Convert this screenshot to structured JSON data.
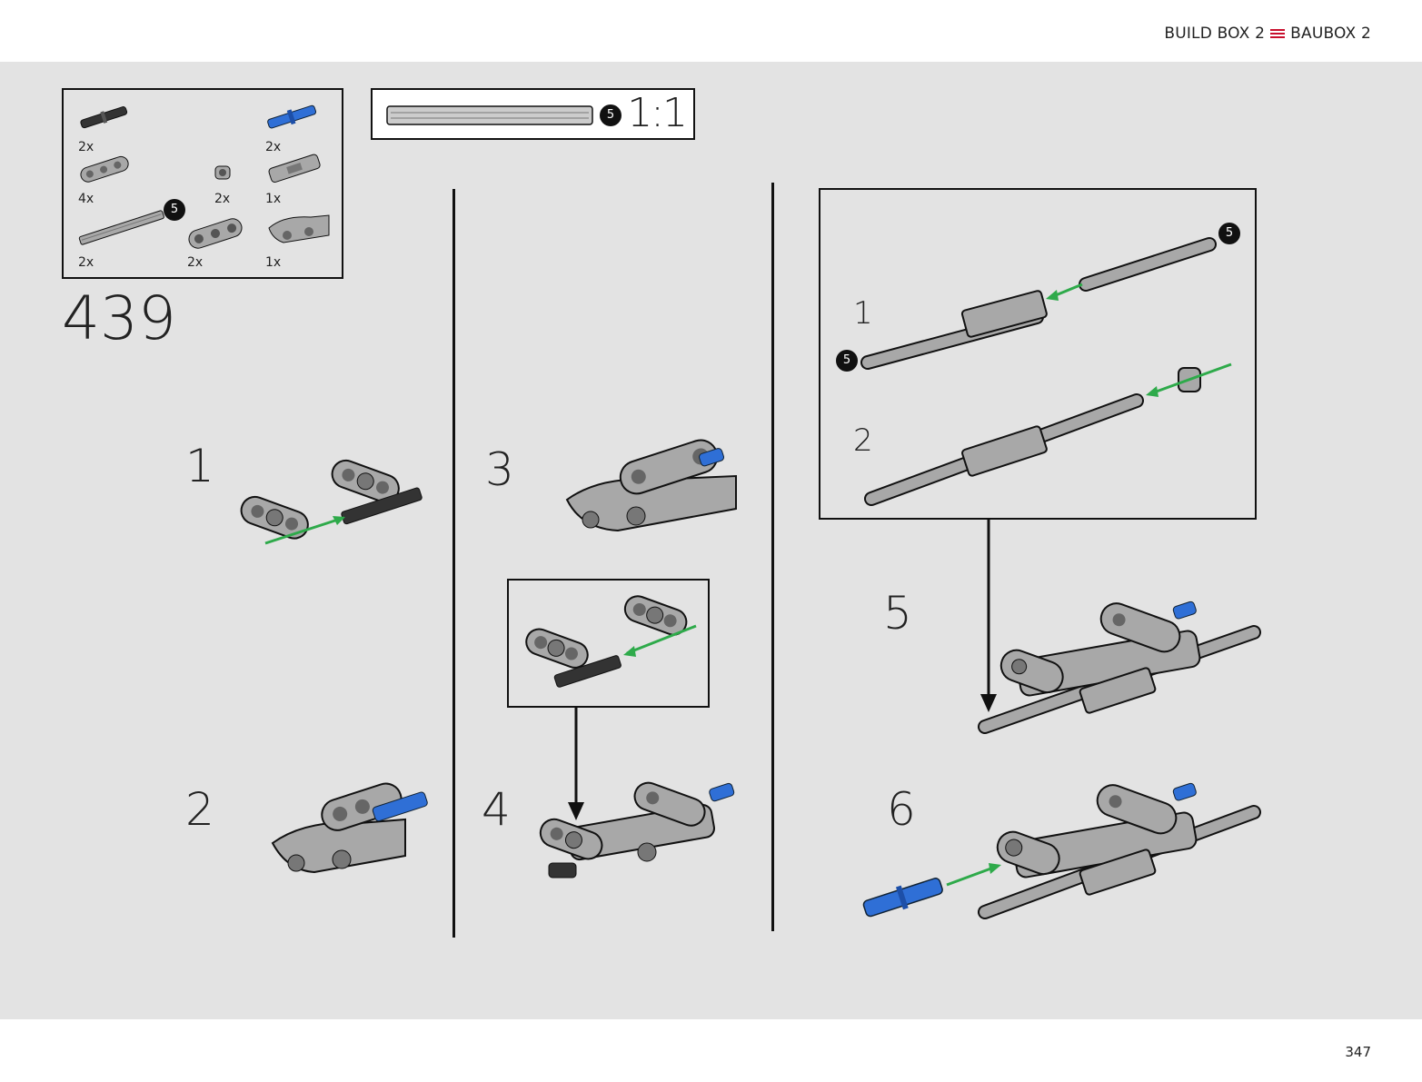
{
  "header": {
    "left": "BUILD BOX 2",
    "right": "BAUBOX 2"
  },
  "page_number": "347",
  "page_step": "439",
  "parts": [
    {
      "qty": "2x",
      "icon": "black-axle-pin-icon"
    },
    {
      "qty": "2x",
      "icon": "blue-axle-pin-icon"
    },
    {
      "qty": "4x",
      "icon": "thin-liftarm-icon"
    },
    {
      "qty": "2x",
      "icon": "bush-icon"
    },
    {
      "qty": "1x",
      "icon": "axle-connector-icon"
    },
    {
      "qty": "2x",
      "icon": "axle-5-icon",
      "badge": "5"
    },
    {
      "qty": "2x",
      "icon": "beam-3-icon"
    },
    {
      "qty": "1x",
      "icon": "curved-panel-icon"
    }
  ],
  "scale": {
    "badge": "5",
    "label": "1:1"
  },
  "steps": [
    "1",
    "2",
    "3",
    "4",
    "5",
    "6"
  ],
  "callout_right": {
    "sub_steps": [
      "1",
      "2"
    ],
    "badges": [
      "5",
      "5"
    ]
  },
  "colors": {
    "background": "#e3e3e3",
    "arrow": "#2eaa4a",
    "blue_pin": "#2f6fd6",
    "part_gray": "#a8a8a8",
    "accent": "#c8102e"
  }
}
